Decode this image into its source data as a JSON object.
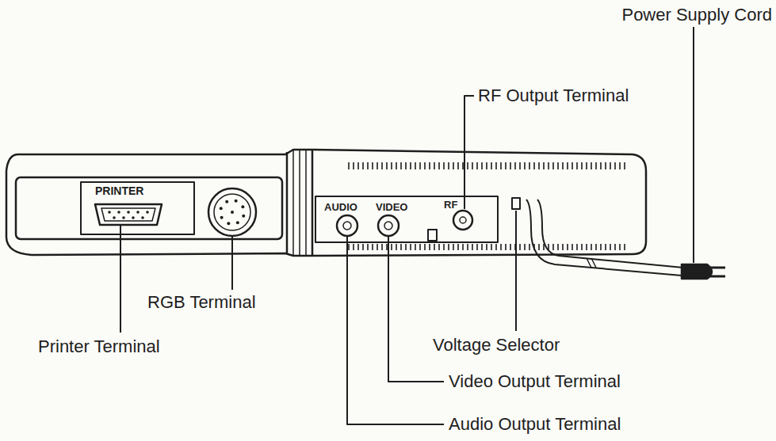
{
  "diagram": {
    "labels": [
      "Power Supply Cord",
      "RF Output Terminal",
      "PRINTER",
      "AUDIO",
      "VIDEO",
      "RF",
      "RGB Terminal",
      "Printer Terminal",
      "Voltage Selector",
      "Video Output Terminal",
      "Audio Output Terminal"
    ]
  }
}
